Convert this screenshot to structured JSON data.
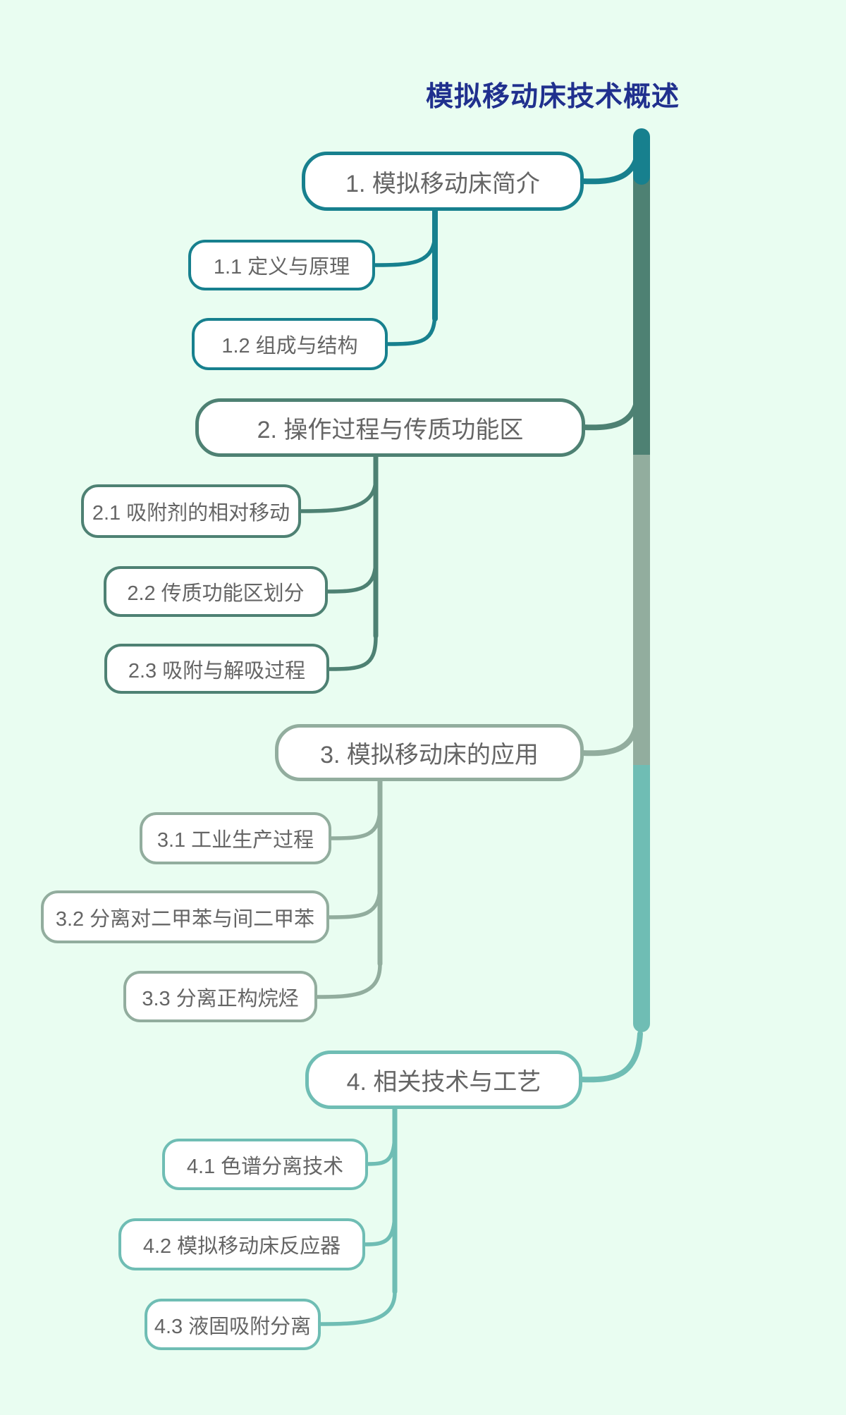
{
  "title": "模拟移动床技术概述",
  "colors": {
    "background": "#E9FDF1",
    "title": "#20308E",
    "branch1": "#17808E",
    "branch2": "#4E8173",
    "branch3": "#92AD9E",
    "branch4": "#6FBDB4",
    "node_fill": "#FFFFFF",
    "node_text": "#656565"
  },
  "branches": [
    {
      "label": "1. 模拟移动床简介",
      "children": [
        "1.1 定义与原理",
        "1.2 组成与结构"
      ]
    },
    {
      "label": "2. 操作过程与传质功能区",
      "children": [
        "2.1 吸附剂的相对移动",
        "2.2 传质功能区划分",
        "2.3 吸附与解吸过程"
      ]
    },
    {
      "label": "3. 模拟移动床的应用",
      "children": [
        "3.1 工业生产过程",
        "3.2 分离对二甲苯与间二甲苯",
        "3.3 分离正构烷烃"
      ]
    },
    {
      "label": "4. 相关技术与工艺",
      "children": [
        "4.1 色谱分离技术",
        "4.2 模拟移动床反应器",
        "4.3 液固吸附分离"
      ]
    }
  ]
}
